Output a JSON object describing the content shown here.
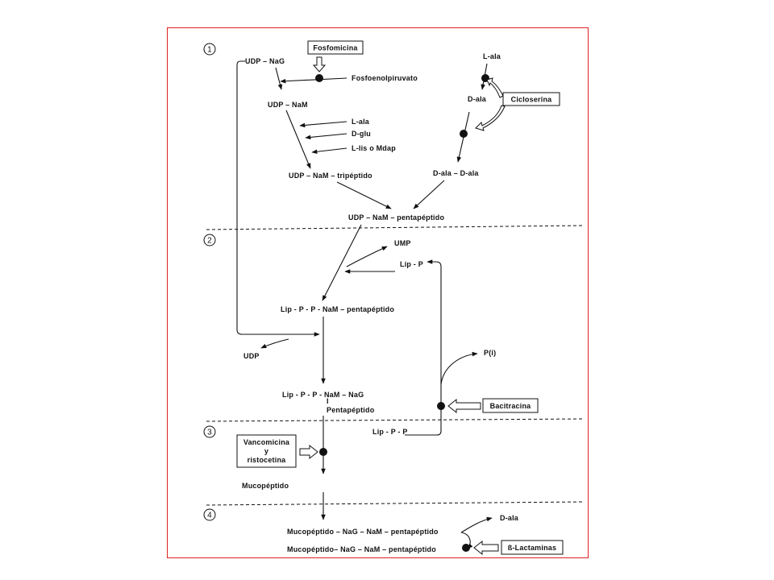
{
  "stages": [
    "1",
    "2",
    "3",
    "4"
  ],
  "compounds": {
    "udp_nag": "UDP – NaG",
    "fosfoenolpiruvato": "Fosfoenolpiruvato",
    "udp_nam": "UDP – NaM",
    "l_ala_top": "L-ala",
    "d_ala": "D-ala",
    "l_ala": "L-ala",
    "d_glu": "D-glu",
    "l_lis": "L-lis o Mdap",
    "udp_nam_tripeptido": "UDP – NaM – tripéptido",
    "d_ala_d_ala": "D-ala – D-ala",
    "udp_nam_pentapeptido": "UDP – NaM – pentapéptido",
    "ump": "UMP",
    "lip_p": "Lip - P",
    "lip_p_p_nam_pentapeptido": "Lip - P - P - NaM – pentapéptido",
    "udp": "UDP",
    "p_i": "P(i)",
    "lip_p_p_nam_nag": "Lip - P - P - NaM – NaG",
    "pentapeptido_branch": "I",
    "pentapeptido": "Pentapéptido",
    "lip_p_p": "Lip - P - P",
    "mucopeptido": "Mucopéptido",
    "d_ala_bottom": "D-ala",
    "mucopeptido_penta_1": "Mucopéptido – NaG – NaM – pentapéptido",
    "mucopeptido_penta_2": "Mucopéptido– NaG – NaM – pentapéptido"
  },
  "inhibitors": {
    "fosfomicina": "Fosfomicina",
    "cicloserina": "Cicloserina",
    "bacitracina": "Bacitracina",
    "vancomicina_1": "Vancomicina",
    "vancomicina_2": "y",
    "vancomicina_3": "ristocetina",
    "lactaminas": "ß-Lactaminas"
  }
}
